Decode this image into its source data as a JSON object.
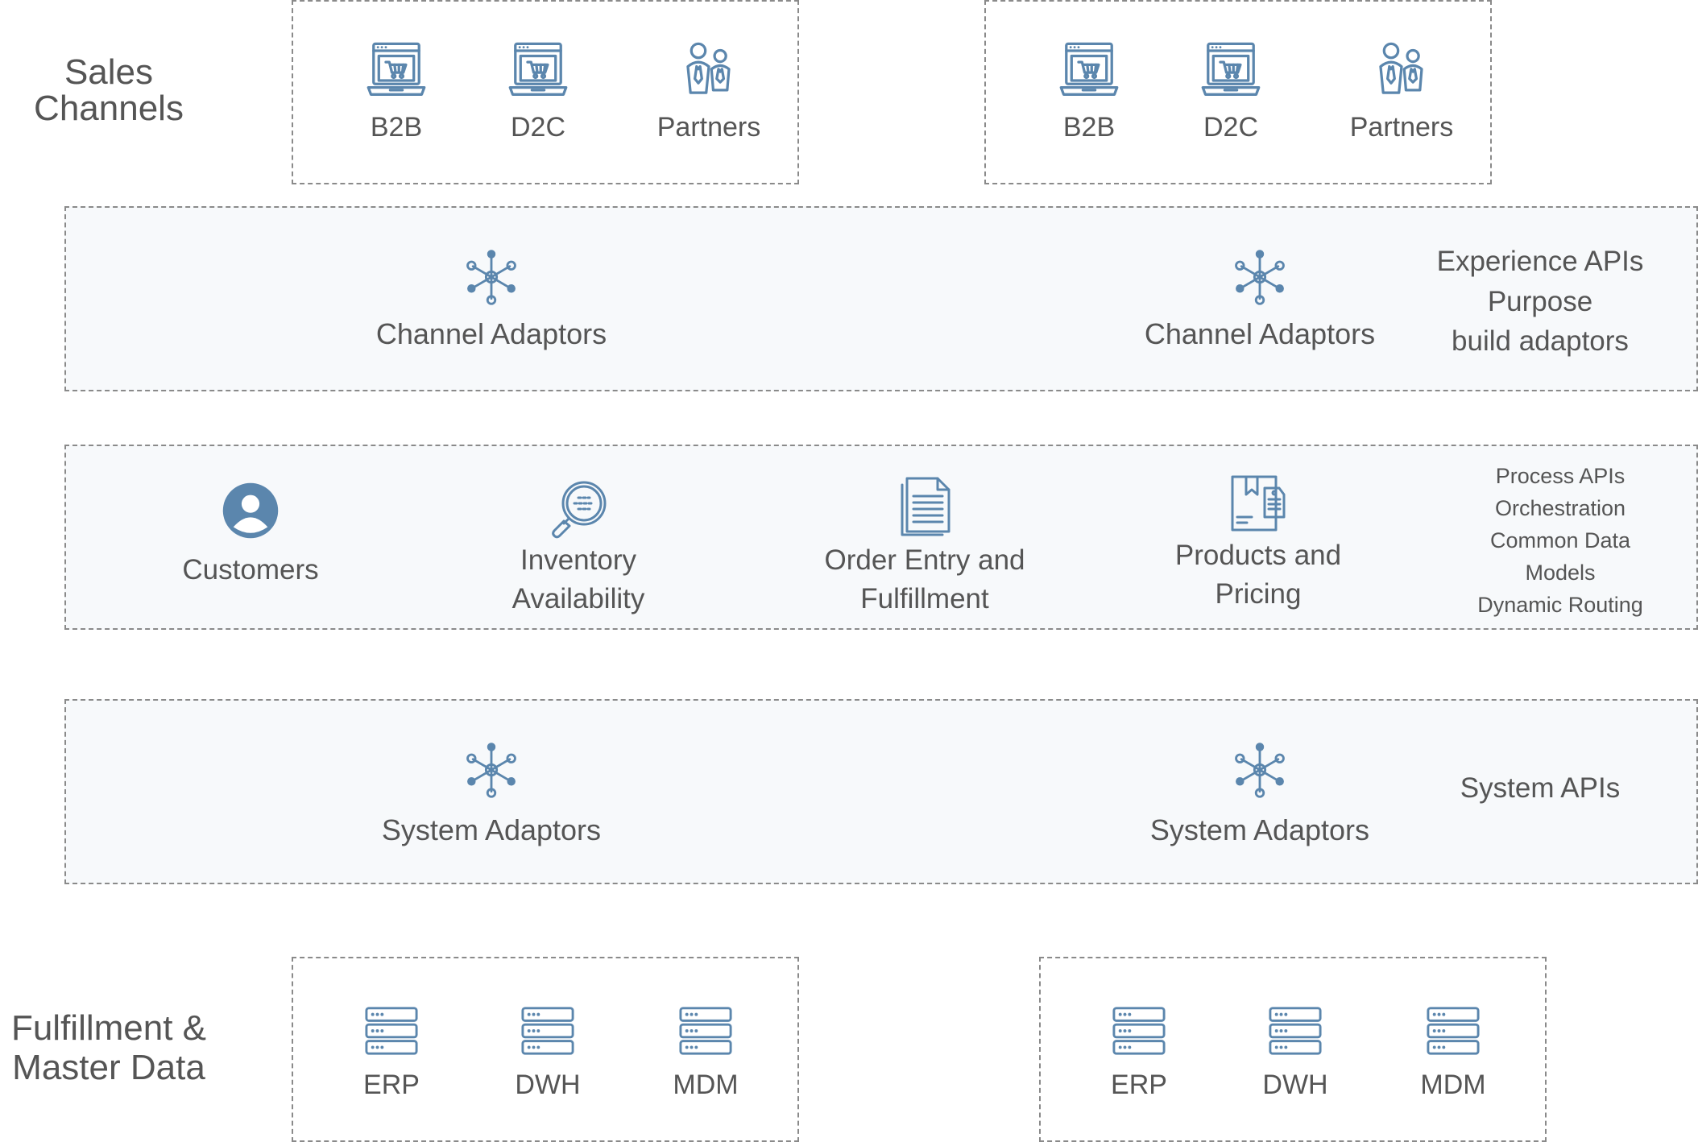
{
  "left_labels": {
    "sales_channels": "Sales\nChannels",
    "fulfillment_master_data": "Fulfillment &\nMaster Data"
  },
  "sales_channels": {
    "left": [
      {
        "label": "B2B",
        "icon": "web-shop-icon"
      },
      {
        "label": "D2C",
        "icon": "web-shop-icon"
      },
      {
        "label": "Partners",
        "icon": "people-icon"
      }
    ],
    "right": [
      {
        "label": "B2B",
        "icon": "web-shop-icon"
      },
      {
        "label": "D2C",
        "icon": "web-shop-icon"
      },
      {
        "label": "Partners",
        "icon": "people-icon"
      }
    ]
  },
  "experience_layer": {
    "nodes": [
      {
        "label": "Channel Adaptors",
        "icon": "hub-icon"
      },
      {
        "label": "Channel Adaptors",
        "icon": "hub-icon"
      }
    ],
    "side_label": "Experience APIs\nPurpose\nbuild adaptors"
  },
  "process_layer": {
    "nodes": [
      {
        "label": "Customers",
        "icon": "user-icon"
      },
      {
        "label": "Inventory\nAvailability",
        "icon": "magnifier-icon"
      },
      {
        "label": "Order Entry and\nFulfillment",
        "icon": "document-icon"
      },
      {
        "label": "Products and\nPricing",
        "icon": "product-tag-icon"
      }
    ],
    "side_label": "Process APIs\nOrchestration\nCommon Data\nModels\nDynamic Routing"
  },
  "system_layer": {
    "nodes": [
      {
        "label": "System Adaptors",
        "icon": "hub-icon"
      },
      {
        "label": "System Adaptors",
        "icon": "hub-icon"
      }
    ],
    "side_label": "System APIs"
  },
  "data_sources": {
    "left": [
      {
        "label": "ERP",
        "icon": "server-icon"
      },
      {
        "label": "DWH",
        "icon": "server-icon"
      },
      {
        "label": "MDM",
        "icon": "server-icon"
      }
    ],
    "right": [
      {
        "label": "ERP",
        "icon": "server-icon"
      },
      {
        "label": "DWH",
        "icon": "server-icon"
      },
      {
        "label": "MDM",
        "icon": "server-icon"
      }
    ]
  },
  "colors": {
    "icon": "#5b86ad",
    "text": "#555555",
    "border": "#8a8a8a",
    "band": "#f7f9fb"
  }
}
